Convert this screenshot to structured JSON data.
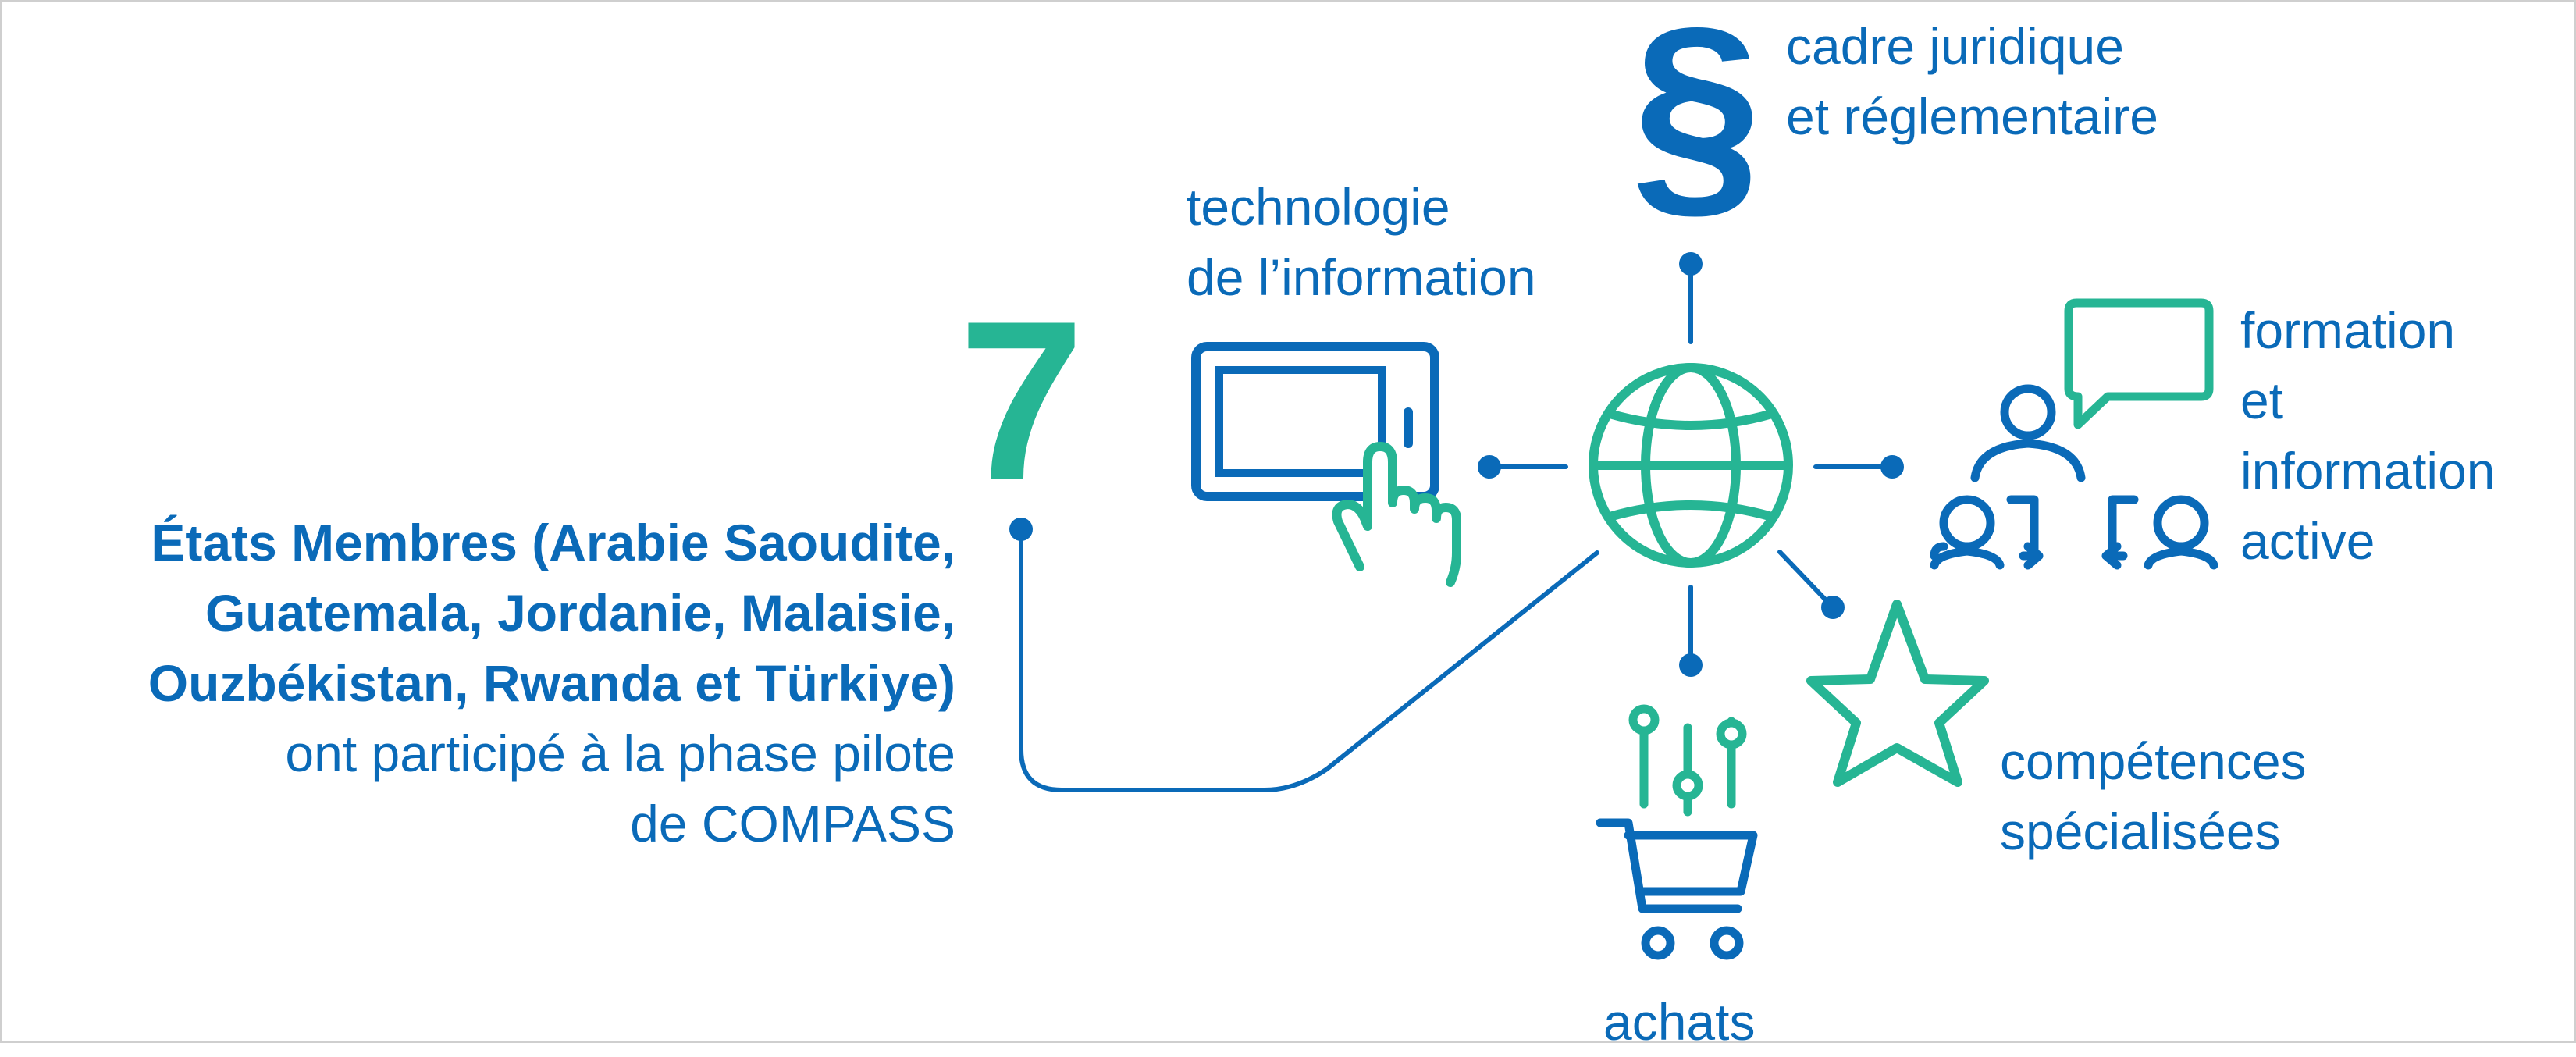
{
  "number": "7",
  "section_symbol": "§",
  "left_text": {
    "bold_lines": [
      "États Membres (Arabie Saoudite,",
      "Guatemala, Jordanie, Malaisie,",
      "Ouzbékistan, Rwanda et Türkiye)"
    ],
    "regular_lines": [
      "ont participé à la phase pilote",
      "de COMPASS"
    ]
  },
  "labels": {
    "legal": [
      "cadre juridique",
      "et réglementaire"
    ],
    "it": [
      "technologie",
      "de l’information"
    ],
    "training": [
      "formation",
      "et",
      "information",
      "active"
    ],
    "skills": [
      "compétences",
      "spécialisées"
    ],
    "procurement": [
      "achats"
    ]
  },
  "colors": {
    "blue": "#0a6ab8",
    "green": "#26b594"
  },
  "icons": {
    "center": "globe-icon",
    "legal": "section-sign-icon",
    "it": "tablet-touch-icon",
    "training": "people-speech-icon",
    "skills": "star-icon",
    "procurement": "cart-sliders-icon"
  }
}
